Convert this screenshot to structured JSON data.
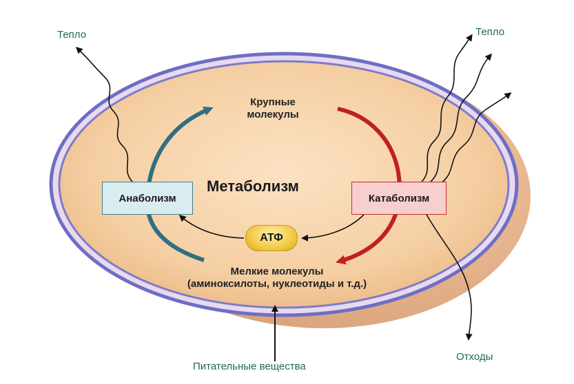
{
  "diagram": {
    "title": "Метаболизм",
    "large_molecules": [
      "Крупные",
      "молекулы"
    ],
    "small_molecules": [
      "Мелкие молекулы",
      "(аминоксилоты, нуклеотиды и т.д.)"
    ],
    "anabolism": "Анаболизм",
    "catabolism": "Катаболизм",
    "atp": "АТФ",
    "heat_left": "Тепло",
    "heat_right": "Тепло",
    "waste": "Отходы",
    "nutrients": "Питательные вещества"
  },
  "colors": {
    "cell_fill": "#f5cfa3",
    "membrane": "#6d6fc4",
    "anabolism_arrow": "#2f6f80",
    "catabolism_arrow": "#c0201f",
    "label_green": "#1f6b4a"
  }
}
